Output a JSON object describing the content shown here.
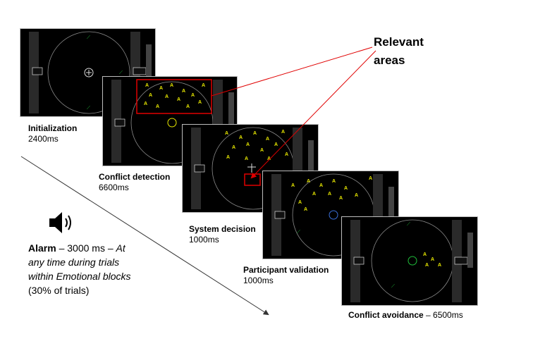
{
  "relevant_areas": "Relevant areas",
  "steps": [
    {
      "title": "Initialization",
      "duration": "2400ms"
    },
    {
      "title": "Conflict detection",
      "duration": "6600ms"
    },
    {
      "title": "System decision",
      "duration": "1000ms"
    },
    {
      "title": "Participant validation",
      "duration": "1000ms"
    },
    {
      "title": "Conflict avoidance",
      "duration": "– 6500ms"
    }
  ],
  "alarm": {
    "label": "Alarm",
    "timing": " – 3000 ms – ",
    "when": "At any time during trials within Emotional blocks",
    "share": " (30% of trials)"
  },
  "colors": {
    "radar_ring": "#8c8c8c",
    "aircraft": "#e6e600",
    "highlight": "#e00000",
    "accent_green": "#1fbf3a"
  }
}
